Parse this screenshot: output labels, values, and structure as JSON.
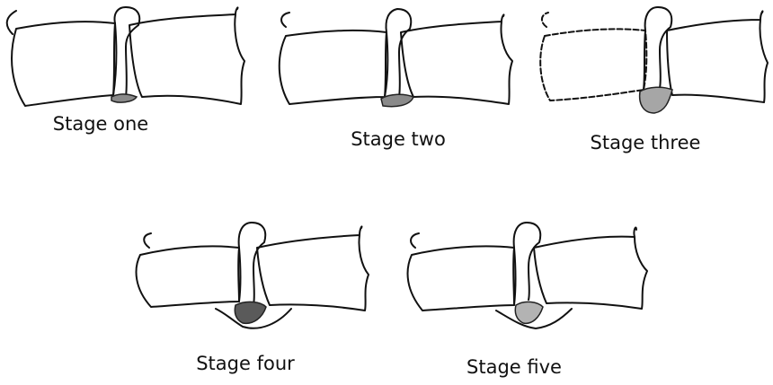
{
  "figure": {
    "stages": [
      {
        "label": "Stage one",
        "lesion_color": "#8a8a8a"
      },
      {
        "label": "Stage two",
        "lesion_color": "#8a8a8a"
      },
      {
        "label": "Stage three",
        "lesion_color": "#a6a6a6"
      },
      {
        "label": "Stage four",
        "lesion_color": "#5a5a5a"
      },
      {
        "label": "Stage five",
        "lesion_color": "#b3b3b3"
      }
    ]
  }
}
